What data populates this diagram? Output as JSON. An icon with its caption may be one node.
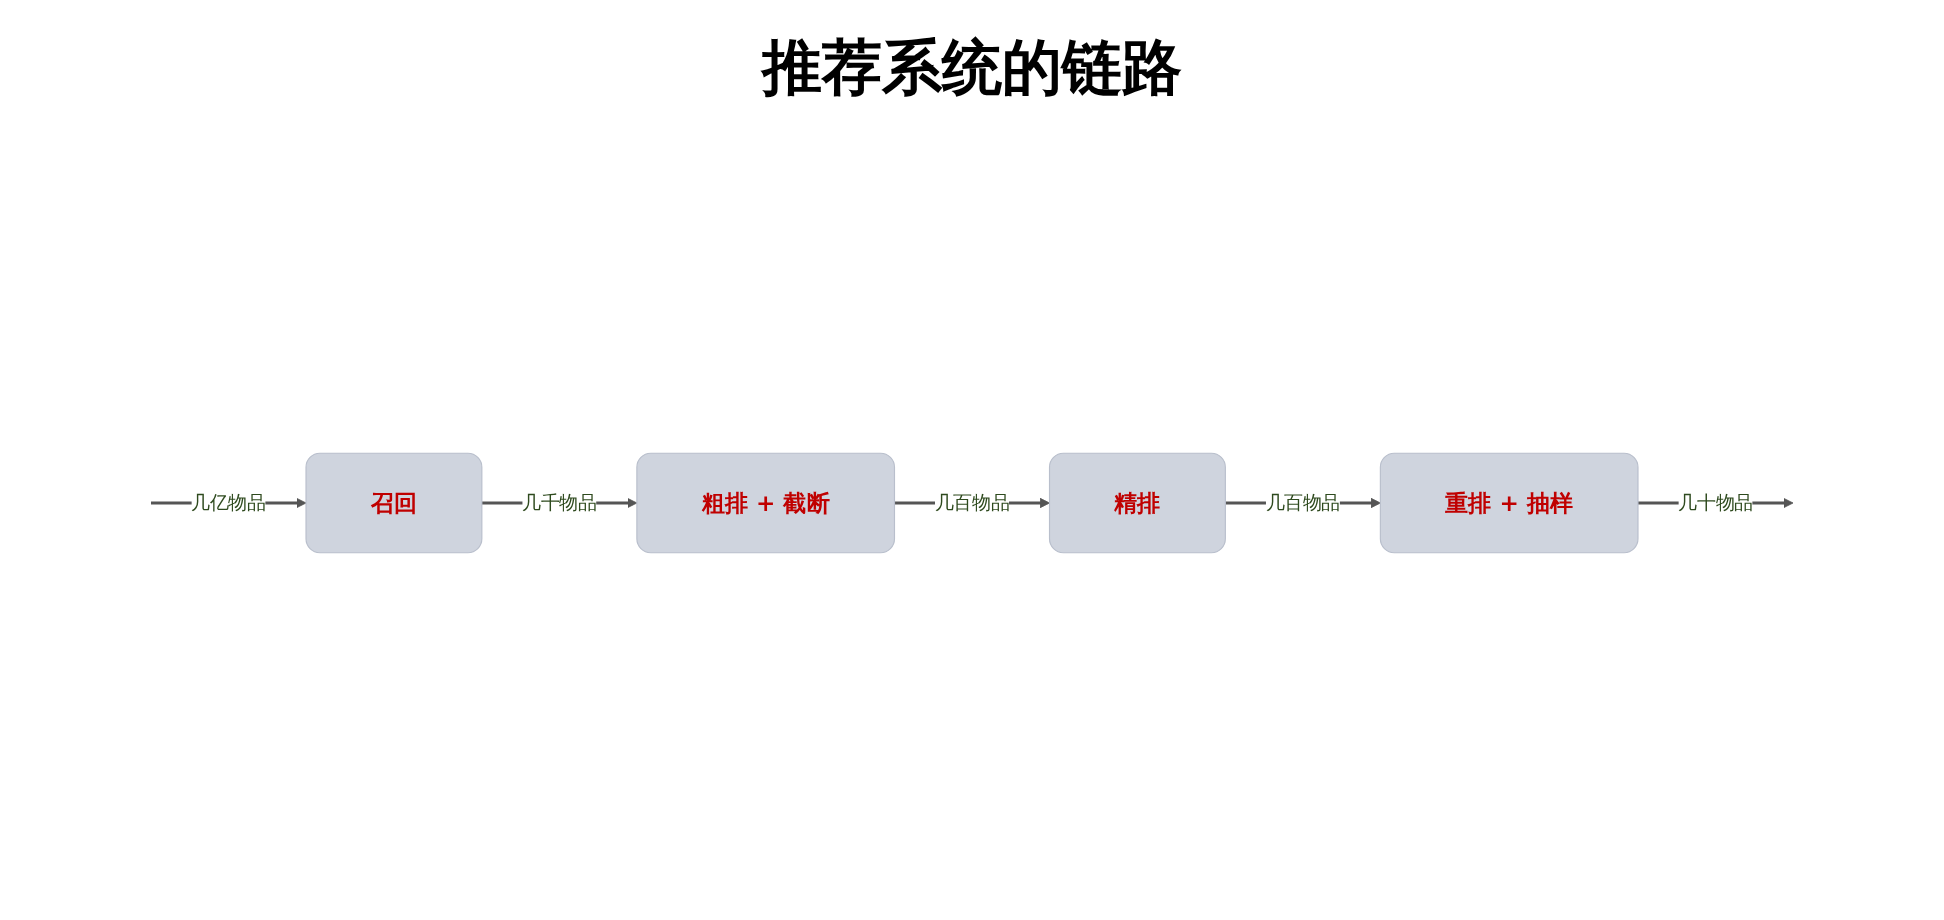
{
  "diagram": {
    "title": "推荐系统的链路",
    "nodes": [
      {
        "text": [
          "召回"
        ]
      },
      {
        "text": [
          "粗排 + 截断"
        ]
      },
      {
        "text": [
          "精排"
        ]
      },
      {
        "text": [
          "重排 + 抽样"
        ]
      }
    ],
    "edges": [
      {
        "from": null,
        "to": 0,
        "arrow": "to",
        "label": "几亿物品"
      },
      {
        "from": 0,
        "to": 1,
        "arrow": "to",
        "label": "几千物品"
      },
      {
        "from": 1,
        "to": 2,
        "arrow": "to",
        "label": "几百物品"
      },
      {
        "from": 2,
        "to": 3,
        "arrow": "to",
        "label": "几百物品"
      },
      {
        "from": 3,
        "to": null,
        "arrow": "to",
        "label": "几十物品"
      }
    ]
  }
}
